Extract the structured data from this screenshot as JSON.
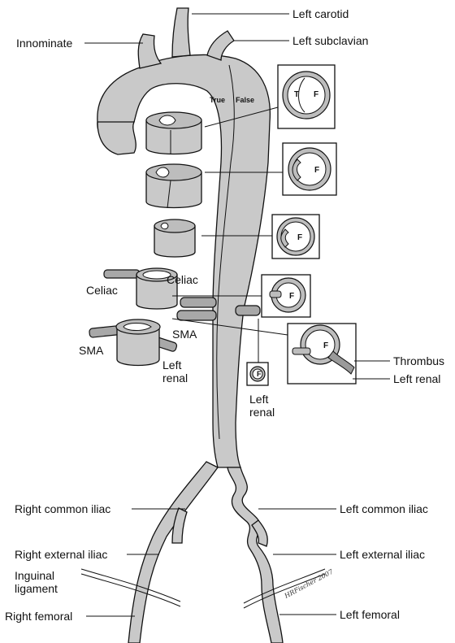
{
  "labels": {
    "left_carotid": "Left carotid",
    "innominate": "Innominate",
    "left_subclavian": "Left subclavian",
    "true": "True",
    "false": "False",
    "celiac_left": "Celiac",
    "celiac_right": "Celiac",
    "sma_right": "SMA",
    "sma_left": "SMA",
    "left_renal_a_line1": "Left",
    "left_renal_a_line2": "renal",
    "left_renal_b_line1": "Left",
    "left_renal_b_line2": "renal",
    "thrombus": "Thrombus",
    "left_renal_c": "Left renal",
    "right_common_iliac": "Right common iliac",
    "left_common_iliac": "Left common iliac",
    "right_external_iliac": "Right external iliac",
    "left_external_iliac": "Left external iliac",
    "inguinal_line1": "Inguinal",
    "inguinal_line2": "ligament",
    "right_femoral": "Right femoral",
    "left_femoral": "Left femoral",
    "lumen_t": "T",
    "lumen_f": "F",
    "signature": "HRFischer 2007"
  }
}
